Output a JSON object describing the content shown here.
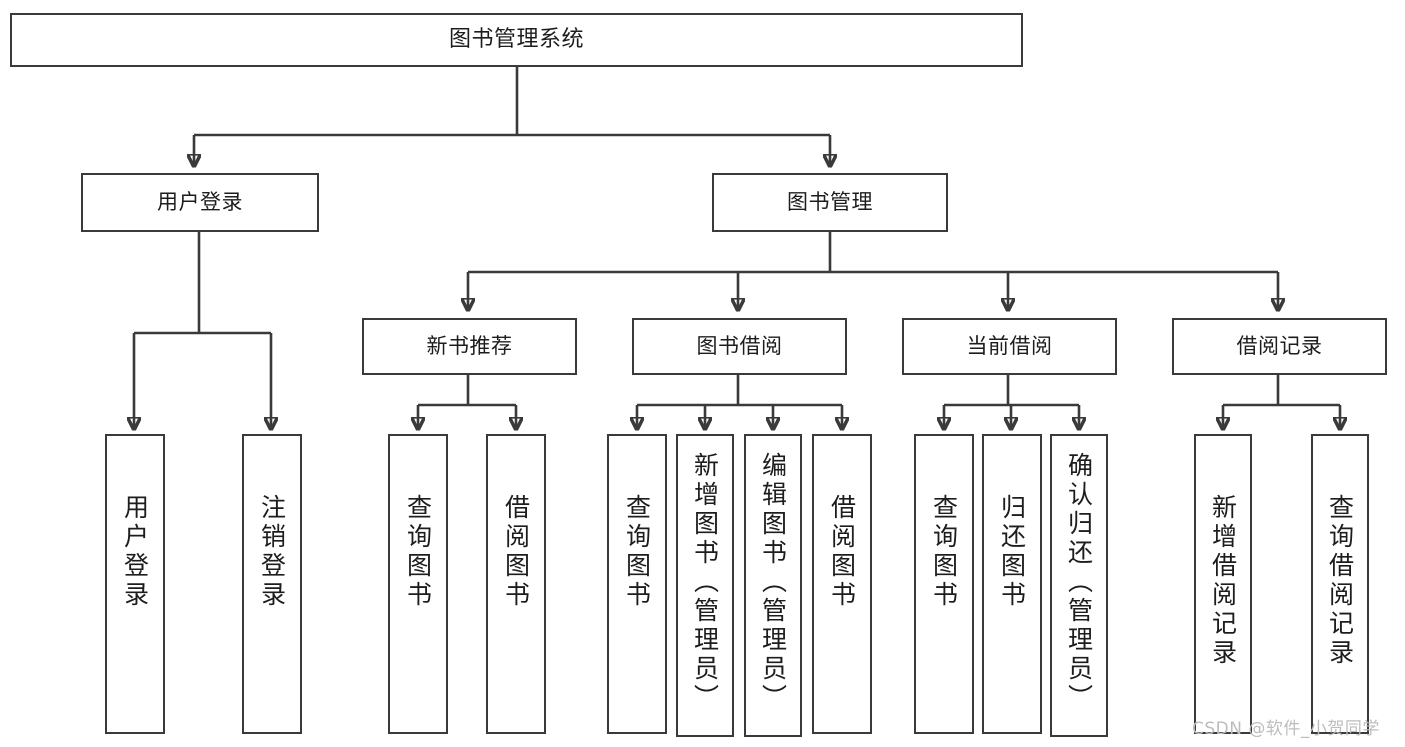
{
  "diagram": {
    "title": "图书管理系统",
    "root": {
      "label": "图书管理系统"
    },
    "level1": [
      {
        "label": "用户登录"
      },
      {
        "label": "图书管理"
      }
    ],
    "level2": [
      {
        "label": "新书推荐"
      },
      {
        "label": "图书借阅"
      },
      {
        "label": "当前借阅"
      },
      {
        "label": "借阅记录"
      }
    ],
    "leaves": {
      "user_login": [
        {
          "label": "用户登录"
        },
        {
          "label": "注销登录"
        }
      ],
      "new_book_recommend": [
        {
          "label": "查询图书"
        },
        {
          "label": "借阅图书"
        }
      ],
      "book_borrow": [
        {
          "label": "查询图书"
        },
        {
          "label": "新增图书（管理员）"
        },
        {
          "label": "编辑图书（管理员）"
        },
        {
          "label": "借阅图书"
        }
      ],
      "current_borrow": [
        {
          "label": "查询图书"
        },
        {
          "label": "归还图书"
        },
        {
          "label": "确认归还（管理员）"
        }
      ],
      "borrow_record": [
        {
          "label": "新增借阅记录"
        },
        {
          "label": "查询借阅记录"
        }
      ]
    }
  },
  "watermark": {
    "text": "CSDN @软件_小贺同学"
  },
  "colors": {
    "stroke": "#3a3a3a",
    "fill": "#ffffff",
    "text": "#1d1d1d",
    "watermark": "#bdbdbd"
  }
}
